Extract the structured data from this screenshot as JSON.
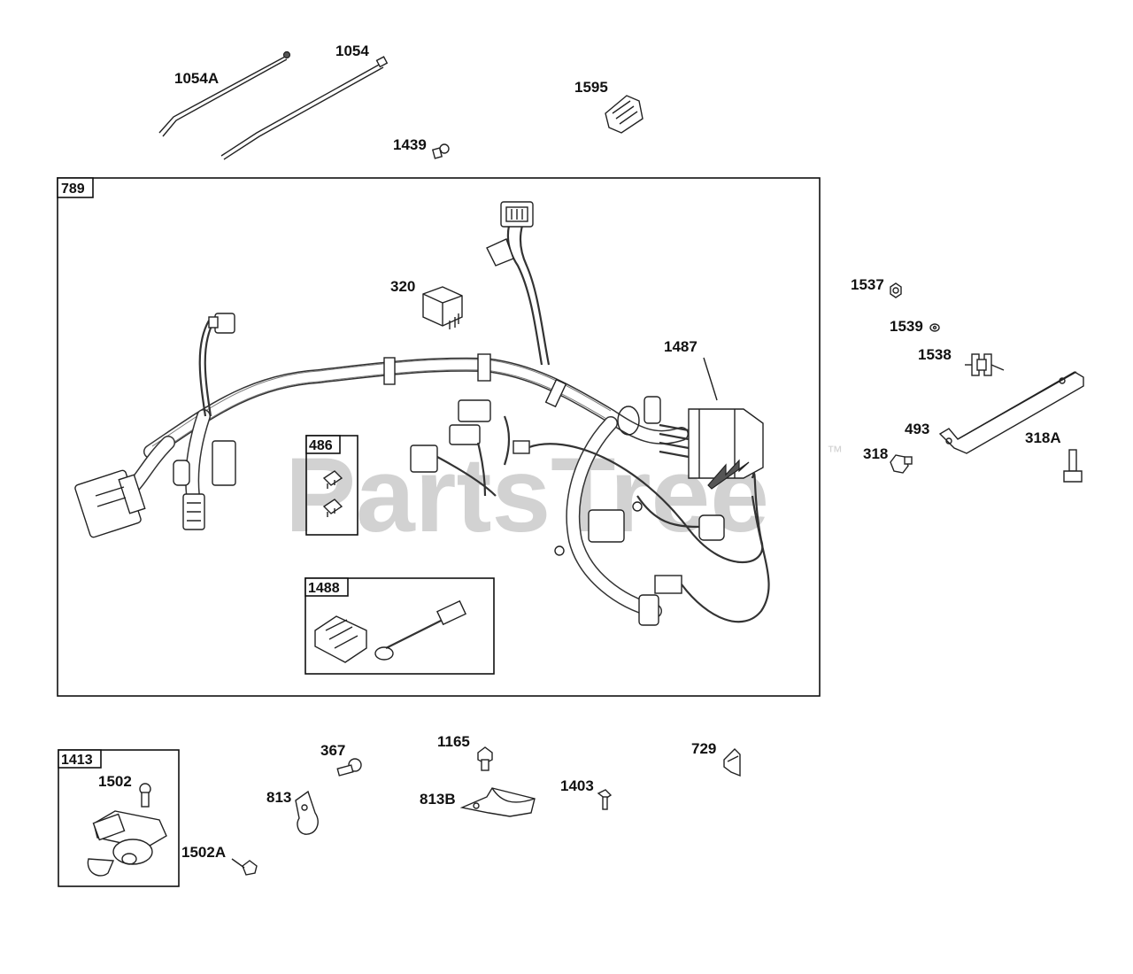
{
  "watermark": "PartsTree",
  "trademark": "™",
  "frames": {
    "harness": "789",
    "fuses": "486",
    "harness_kit": "1488",
    "sensor_kit": "1413"
  },
  "labels": {
    "p1054A": "1054A",
    "p1054": "1054",
    "p1595": "1595",
    "p1439": "1439",
    "p320": "320",
    "p1487": "1487",
    "p1537": "1537",
    "p1539": "1539",
    "p1538": "1538",
    "p493": "493",
    "p318": "318",
    "p318A": "318A",
    "p1502": "1502",
    "p1502A": "1502A",
    "p367": "367",
    "p813": "813",
    "p1165": "1165",
    "p813B": "813B",
    "p1403": "1403",
    "p729": "729"
  }
}
